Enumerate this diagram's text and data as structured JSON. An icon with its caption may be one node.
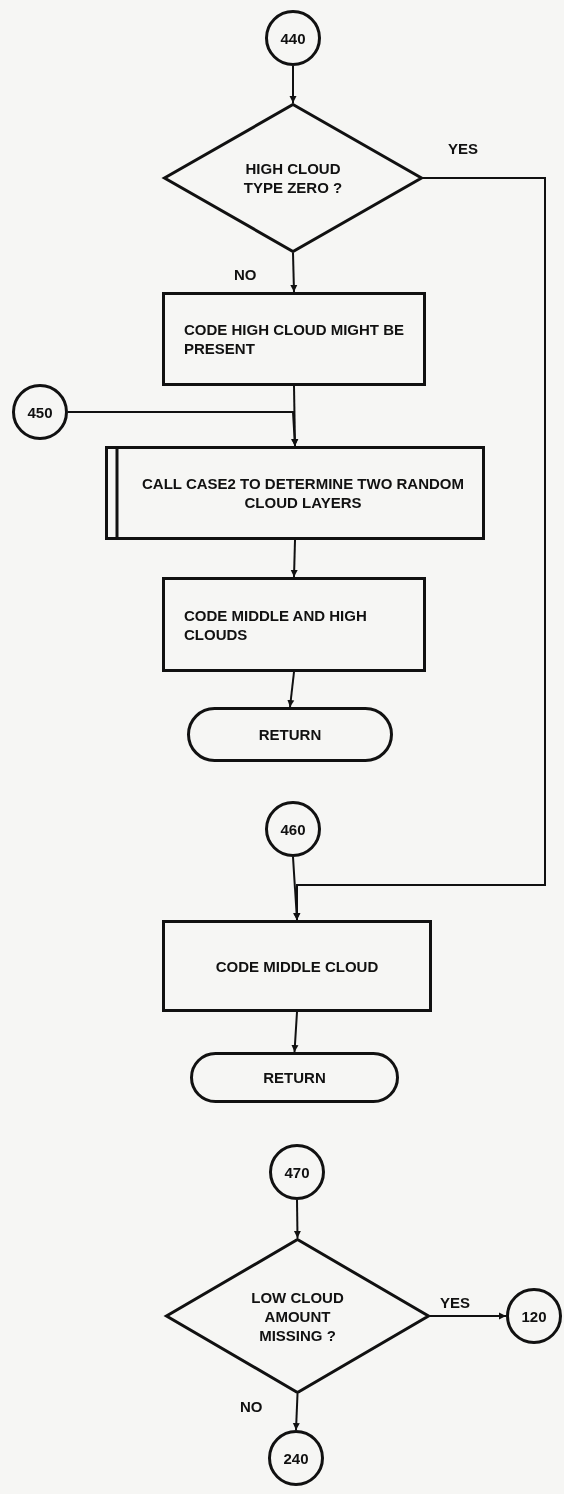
{
  "diagram": {
    "nodes": [
      {
        "text": [
          "440"
        ]
      },
      {
        "text": [
          "HIGH CLOUD TYPE ZERO ?"
        ]
      },
      {
        "text": [
          "CODE HIGH CLOUD MIGHT BE PRESENT"
        ]
      },
      {
        "text": [
          "450"
        ]
      },
      {
        "text": [
          "CALL CASE2 TO DETERMINE TWO RANDOM CLOUD LAYERS"
        ]
      },
      {
        "text": [
          "CODE MIDDLE AND HIGH CLOUDS"
        ]
      },
      {
        "text": [
          "RETURN"
        ]
      },
      {
        "text": [
          "460"
        ]
      },
      {
        "text": [
          "CODE MIDDLE CLOUD"
        ]
      },
      {
        "text": [
          "RETURN"
        ]
      },
      {
        "text": [
          "470"
        ]
      },
      {
        "text": [
          "LOW CLOUD AMOUNT MISSING ?"
        ]
      },
      {
        "text": [
          "120"
        ]
      },
      {
        "text": [
          "240"
        ]
      }
    ],
    "edges": [
      {
        "from": 0,
        "to": 1,
        "arrow": "to"
      },
      {
        "from": 1,
        "to": 2,
        "arrow": "to",
        "label": "NO"
      },
      {
        "from": 1,
        "to": 8,
        "arrow": "to",
        "label": "YES"
      },
      {
        "from": 2,
        "to": 4,
        "arrow": "to"
      },
      {
        "from": 3,
        "to": 4,
        "arrow": "to"
      },
      {
        "from": 4,
        "to": 5,
        "arrow": "to"
      },
      {
        "from": 5,
        "to": 6,
        "arrow": "to"
      },
      {
        "from": 7,
        "to": 8,
        "arrow": "to"
      },
      {
        "from": 8,
        "to": 9,
        "arrow": "to"
      },
      {
        "from": 10,
        "to": 11,
        "arrow": "to"
      },
      {
        "from": 11,
        "to": 12,
        "arrow": "to",
        "label": "YES"
      },
      {
        "from": 11,
        "to": 13,
        "arrow": "to",
        "label": "NO"
      }
    ]
  }
}
